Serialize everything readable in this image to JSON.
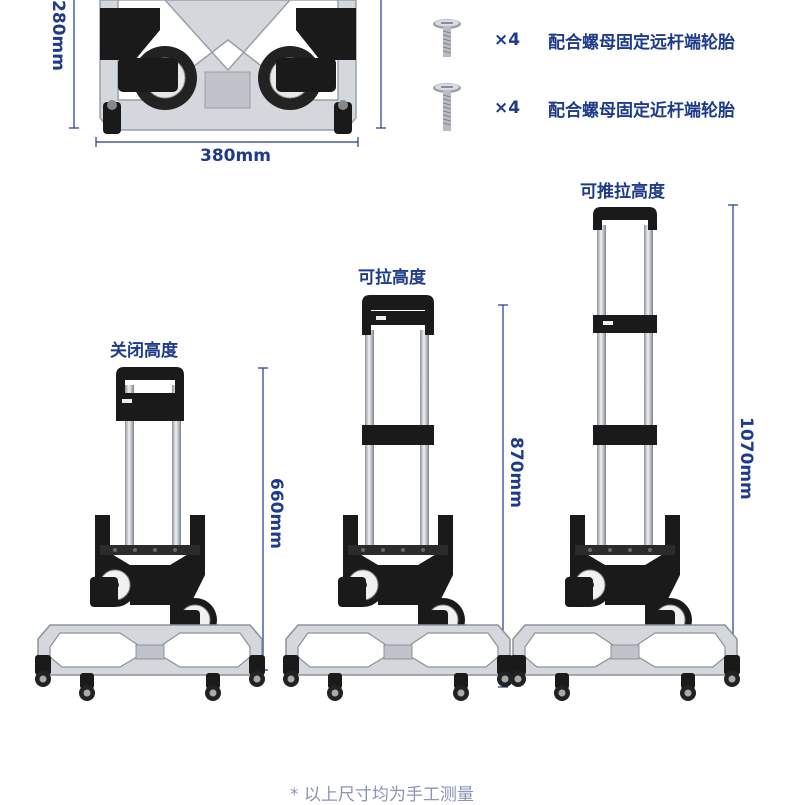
{
  "top_cart": {
    "height_label": "280mm",
    "width_label": "380mm"
  },
  "screws": [
    {
      "qty": "×4",
      "desc": "配合螺母固定远杆端轮胎"
    },
    {
      "qty": "×4",
      "desc": "配合螺母固定近杆端轮胎"
    }
  ],
  "carts": [
    {
      "title": "关闭高度",
      "height": "660mm"
    },
    {
      "title": "可拉高度",
      "height": "870mm"
    },
    {
      "title": "可推拉高度",
      "height": "1070mm"
    }
  ],
  "footer": "* 以上尺寸均为手工测量",
  "colors": {
    "accent": "#1e3a8a",
    "frame": "#c9ccd1",
    "black": "#1a1a1a"
  }
}
